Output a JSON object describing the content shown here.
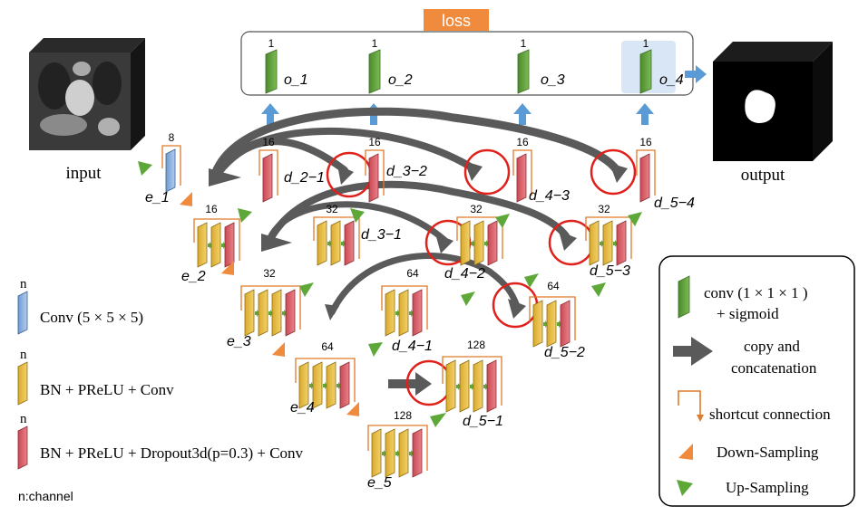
{
  "loss_label": "loss",
  "input_label": "input",
  "output_label": "output",
  "outputs": [
    {
      "name": "o_1",
      "channels": "1"
    },
    {
      "name": "o_2",
      "channels": "1"
    },
    {
      "name": "o_3",
      "channels": "1"
    },
    {
      "name": "o_4",
      "channels": "1"
    }
  ],
  "encoders": {
    "e_1": {
      "label": "e_1",
      "channels": "8"
    },
    "e_2": {
      "label": "e_2",
      "channels": "16"
    },
    "e_3": {
      "label": "e_3",
      "channels": "32"
    },
    "e_4": {
      "label": "e_4",
      "channels": "64"
    },
    "e_5": {
      "label": "e_5",
      "channels": "128"
    }
  },
  "decoders": {
    "d_2_1": {
      "label": "d_2−1",
      "channels": "16"
    },
    "d_3_2": {
      "label": "d_3−2",
      "channels": "16"
    },
    "d_4_3": {
      "label": "d_4−3",
      "channels": "16"
    },
    "d_5_4": {
      "label": "d_5−4",
      "channels": "16"
    },
    "d_3_1": {
      "label": "d_3−1",
      "channels": "32"
    },
    "d_4_2": {
      "label": "d_4−2",
      "channels": "32"
    },
    "d_5_3": {
      "label": "d_5−3",
      "channels": "32"
    },
    "d_4_1": {
      "label": "d_4−1",
      "channels": "64"
    },
    "d_5_2": {
      "label": "d_5−2",
      "channels": "64"
    },
    "d_5_1": {
      "label": "d_5−1",
      "channels": "128"
    }
  },
  "left_legend": {
    "n_label": "n",
    "conv": "Conv (5 × 5 × 5)",
    "bn_conv": "BN + PReLU + Conv",
    "bn_dropout": "BN + PReLU + Dropout3d(p=0.3) + Conv",
    "channel_note": "n:channel"
  },
  "right_legend": {
    "conv1_line1": "conv (1 × 1 × 1 )",
    "conv1_line2": "+ sigmoid",
    "copy_line1": "copy and",
    "copy_line2": "concatenation",
    "shortcut": "shortcut connection",
    "down": "Down-Sampling",
    "up": "Up-Sampling"
  },
  "colors": {
    "green": "#5e9e3a",
    "yellow": "#e8c14a",
    "red": "#d9646b",
    "blue": "#8fb4e0",
    "orange": "#f08a3c",
    "arrow_gray": "#5a5a5a",
    "highlight_red": "#e0201b",
    "loss_orange": "#f08a3c"
  }
}
